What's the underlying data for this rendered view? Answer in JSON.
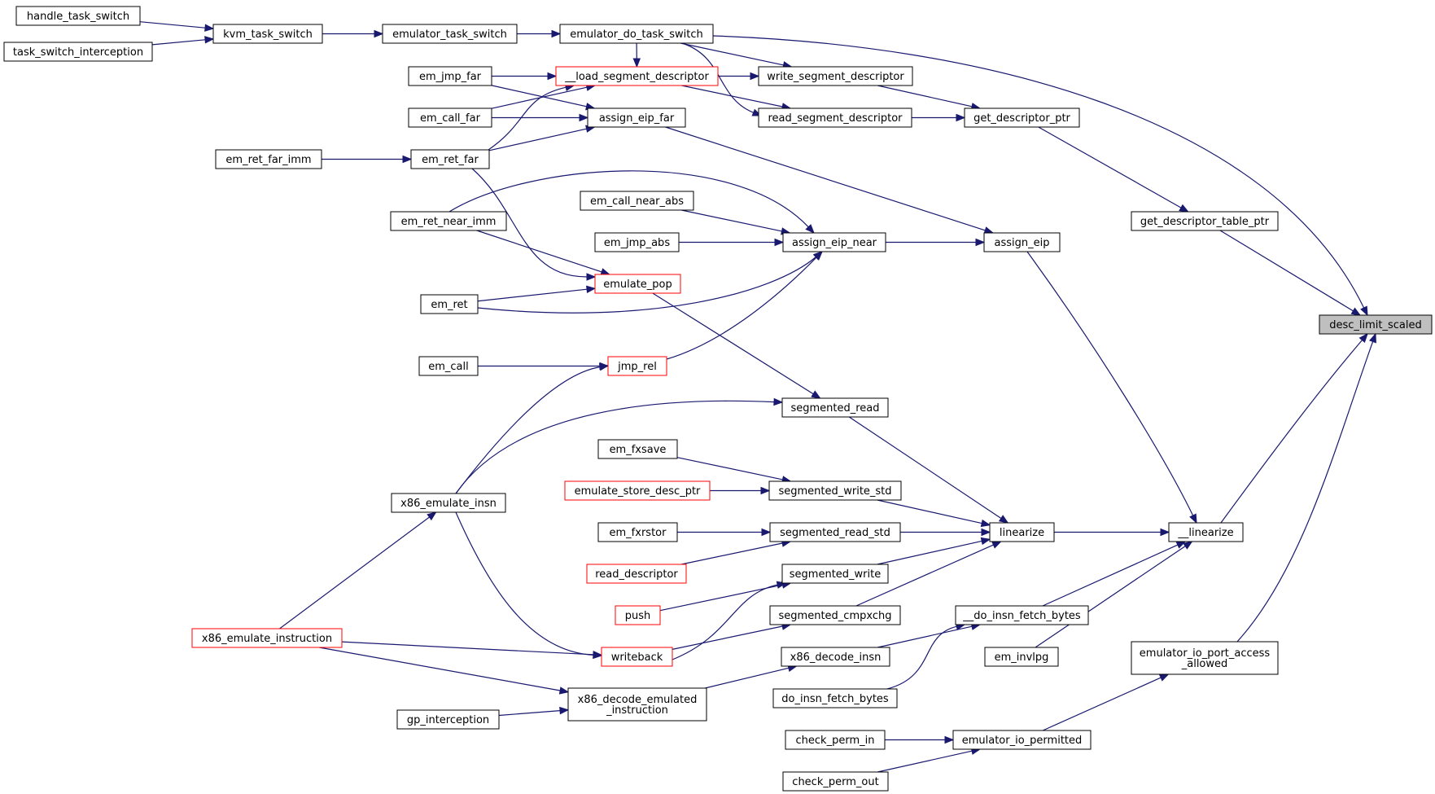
{
  "colors": {
    "edge": "#191970",
    "highlight_fill": "#bfbfbf",
    "red_border": "#ff0000",
    "border": "#000000"
  },
  "nodes": {
    "handle_task_switch": {
      "label": [
        "handle_task_switch"
      ]
    },
    "task_switch_interception": {
      "label": [
        "task_switch_interception"
      ]
    },
    "kvm_task_switch": {
      "label": [
        "kvm_task_switch"
      ]
    },
    "emulator_task_switch": {
      "label": [
        "emulator_task_switch"
      ]
    },
    "emulator_do_task_switch": {
      "label": [
        "emulator_do_task_switch"
      ]
    },
    "em_jmp_far": {
      "label": [
        "em_jmp_far"
      ]
    },
    "load_segment_descriptor": {
      "label": [
        "__load_segment_descriptor"
      ],
      "red": true
    },
    "write_segment_descriptor": {
      "label": [
        "write_segment_descriptor"
      ]
    },
    "em_call_far": {
      "label": [
        "em_call_far"
      ]
    },
    "assign_eip_far": {
      "label": [
        "assign_eip_far"
      ]
    },
    "read_segment_descriptor": {
      "label": [
        "read_segment_descriptor"
      ]
    },
    "get_descriptor_ptr": {
      "label": [
        "get_descriptor_ptr"
      ]
    },
    "em_ret_far_imm": {
      "label": [
        "em_ret_far_imm"
      ]
    },
    "em_ret_far": {
      "label": [
        "em_ret_far"
      ]
    },
    "em_call_near_abs": {
      "label": [
        "em_call_near_abs"
      ]
    },
    "em_ret_near_imm": {
      "label": [
        "em_ret_near_imm"
      ]
    },
    "get_descriptor_table_ptr": {
      "label": [
        "get_descriptor_table_ptr"
      ]
    },
    "em_jmp_abs": {
      "label": [
        "em_jmp_abs"
      ]
    },
    "assign_eip_near": {
      "label": [
        "assign_eip_near"
      ]
    },
    "assign_eip": {
      "label": [
        "assign_eip"
      ]
    },
    "emulate_pop": {
      "label": [
        "emulate_pop"
      ],
      "red": true
    },
    "em_ret": {
      "label": [
        "em_ret"
      ]
    },
    "desc_limit_scaled": {
      "label": [
        "desc_limit_scaled"
      ],
      "root": true
    },
    "em_call": {
      "label": [
        "em_call"
      ]
    },
    "jmp_rel": {
      "label": [
        "jmp_rel"
      ],
      "red": true
    },
    "segmented_read": {
      "label": [
        "segmented_read"
      ]
    },
    "em_fxsave": {
      "label": [
        "em_fxsave"
      ]
    },
    "emulate_store_desc_ptr": {
      "label": [
        "emulate_store_desc_ptr"
      ],
      "red": true
    },
    "segmented_write_std": {
      "label": [
        "segmented_write_std"
      ]
    },
    "x86_emulate_insn": {
      "label": [
        "x86_emulate_insn"
      ]
    },
    "em_fxrstor": {
      "label": [
        "em_fxrstor"
      ]
    },
    "segmented_read_std": {
      "label": [
        "segmented_read_std"
      ]
    },
    "linearize": {
      "label": [
        "linearize"
      ]
    },
    "__linearize": {
      "label": [
        "__linearize"
      ]
    },
    "read_descriptor": {
      "label": [
        "read_descriptor"
      ],
      "red": true
    },
    "segmented_write": {
      "label": [
        "segmented_write"
      ]
    },
    "push": {
      "label": [
        "push"
      ],
      "red": true
    },
    "segmented_cmpxchg": {
      "label": [
        "segmented_cmpxchg"
      ]
    },
    "__do_insn_fetch_bytes": {
      "label": [
        "__do_insn_fetch_bytes"
      ]
    },
    "x86_emulate_instruction": {
      "label": [
        "x86_emulate_instruction"
      ],
      "red": true
    },
    "writeback": {
      "label": [
        "writeback"
      ],
      "red": true
    },
    "x86_decode_insn": {
      "label": [
        "x86_decode_insn"
      ]
    },
    "em_invlpg": {
      "label": [
        "em_invlpg"
      ]
    },
    "emulator_io_port_access_allowed": {
      "label": [
        "emulator_io_port_access",
        "_allowed"
      ]
    },
    "x86_decode_emulated_instruction": {
      "label": [
        "x86_decode_emulated",
        "_instruction"
      ]
    },
    "do_insn_fetch_bytes": {
      "label": [
        "do_insn_fetch_bytes"
      ]
    },
    "gp_interception": {
      "label": [
        "gp_interception"
      ]
    },
    "check_perm_in": {
      "label": [
        "check_perm_in"
      ]
    },
    "emulator_io_permitted": {
      "label": [
        "emulator_io_permitted"
      ]
    },
    "check_perm_out": {
      "label": [
        "check_perm_out"
      ]
    }
  },
  "edges": [
    [
      "handle_task_switch",
      "kvm_task_switch"
    ],
    [
      "task_switch_interception",
      "kvm_task_switch"
    ],
    [
      "kvm_task_switch",
      "emulator_task_switch"
    ],
    [
      "emulator_task_switch",
      "emulator_do_task_switch"
    ],
    [
      "emulator_do_task_switch",
      "load_segment_descriptor"
    ],
    [
      "emulator_do_task_switch",
      "write_segment_descriptor"
    ],
    [
      "emulator_do_task_switch",
      "read_segment_descriptor"
    ],
    [
      "emulator_do_task_switch",
      "desc_limit_scaled"
    ],
    [
      "em_jmp_far",
      "load_segment_descriptor"
    ],
    [
      "em_jmp_far",
      "assign_eip_far"
    ],
    [
      "em_call_far",
      "load_segment_descriptor"
    ],
    [
      "em_call_far",
      "assign_eip_far"
    ],
    [
      "em_ret_far",
      "load_segment_descriptor"
    ],
    [
      "em_ret_far",
      "assign_eip_far"
    ],
    [
      "em_ret_far",
      "emulate_pop"
    ],
    [
      "em_ret_far_imm",
      "em_ret_far"
    ],
    [
      "load_segment_descriptor",
      "write_segment_descriptor"
    ],
    [
      "load_segment_descriptor",
      "read_segment_descriptor"
    ],
    [
      "write_segment_descriptor",
      "get_descriptor_ptr"
    ],
    [
      "read_segment_descriptor",
      "get_descriptor_ptr"
    ],
    [
      "get_descriptor_ptr",
      "get_descriptor_table_ptr"
    ],
    [
      "get_descriptor_table_ptr",
      "desc_limit_scaled"
    ],
    [
      "assign_eip_far",
      "assign_eip"
    ],
    [
      "em_call_near_abs",
      "assign_eip_near"
    ],
    [
      "em_jmp_abs",
      "assign_eip_near"
    ],
    [
      "em_ret_near_imm",
      "assign_eip_near"
    ],
    [
      "em_ret_near_imm",
      "emulate_pop"
    ],
    [
      "em_ret",
      "emulate_pop"
    ],
    [
      "em_ret",
      "assign_eip_near"
    ],
    [
      "jmp_rel",
      "assign_eip_near"
    ],
    [
      "assign_eip_near",
      "assign_eip"
    ],
    [
      "assign_eip",
      "__linearize"
    ],
    [
      "em_call",
      "jmp_rel"
    ],
    [
      "x86_emulate_insn",
      "jmp_rel"
    ],
    [
      "x86_emulate_insn",
      "segmented_read"
    ],
    [
      "x86_emulate_insn",
      "writeback"
    ],
    [
      "emulate_pop",
      "segmented_read"
    ],
    [
      "segmented_read",
      "linearize"
    ],
    [
      "em_fxsave",
      "segmented_write_std"
    ],
    [
      "emulate_store_desc_ptr",
      "segmented_write_std"
    ],
    [
      "segmented_write_std",
      "linearize"
    ],
    [
      "em_fxrstor",
      "segmented_read_std"
    ],
    [
      "read_descriptor",
      "segmented_read_std"
    ],
    [
      "segmented_read_std",
      "linearize"
    ],
    [
      "push",
      "segmented_write"
    ],
    [
      "writeback",
      "segmented_write"
    ],
    [
      "writeback",
      "segmented_cmpxchg"
    ],
    [
      "segmented_write",
      "linearize"
    ],
    [
      "segmented_cmpxchg",
      "linearize"
    ],
    [
      "linearize",
      "__linearize"
    ],
    [
      "__do_insn_fetch_bytes",
      "__linearize"
    ],
    [
      "em_invlpg",
      "__linearize"
    ],
    [
      "__linearize",
      "desc_limit_scaled"
    ],
    [
      "x86_decode_insn",
      "__do_insn_fetch_bytes"
    ],
    [
      "do_insn_fetch_bytes",
      "__do_insn_fetch_bytes"
    ],
    [
      "x86_decode_emulated_instruction",
      "x86_decode_insn"
    ],
    [
      "x86_emulate_instruction",
      "x86_emulate_insn"
    ],
    [
      "x86_emulate_instruction",
      "writeback"
    ],
    [
      "x86_emulate_instruction",
      "x86_decode_emulated_instruction"
    ],
    [
      "gp_interception",
      "x86_decode_emulated_instruction"
    ],
    [
      "emulator_io_port_access_allowed",
      "desc_limit_scaled"
    ],
    [
      "emulator_io_permitted",
      "emulator_io_port_access_allowed"
    ],
    [
      "check_perm_in",
      "emulator_io_permitted"
    ],
    [
      "check_perm_out",
      "emulator_io_permitted"
    ]
  ]
}
